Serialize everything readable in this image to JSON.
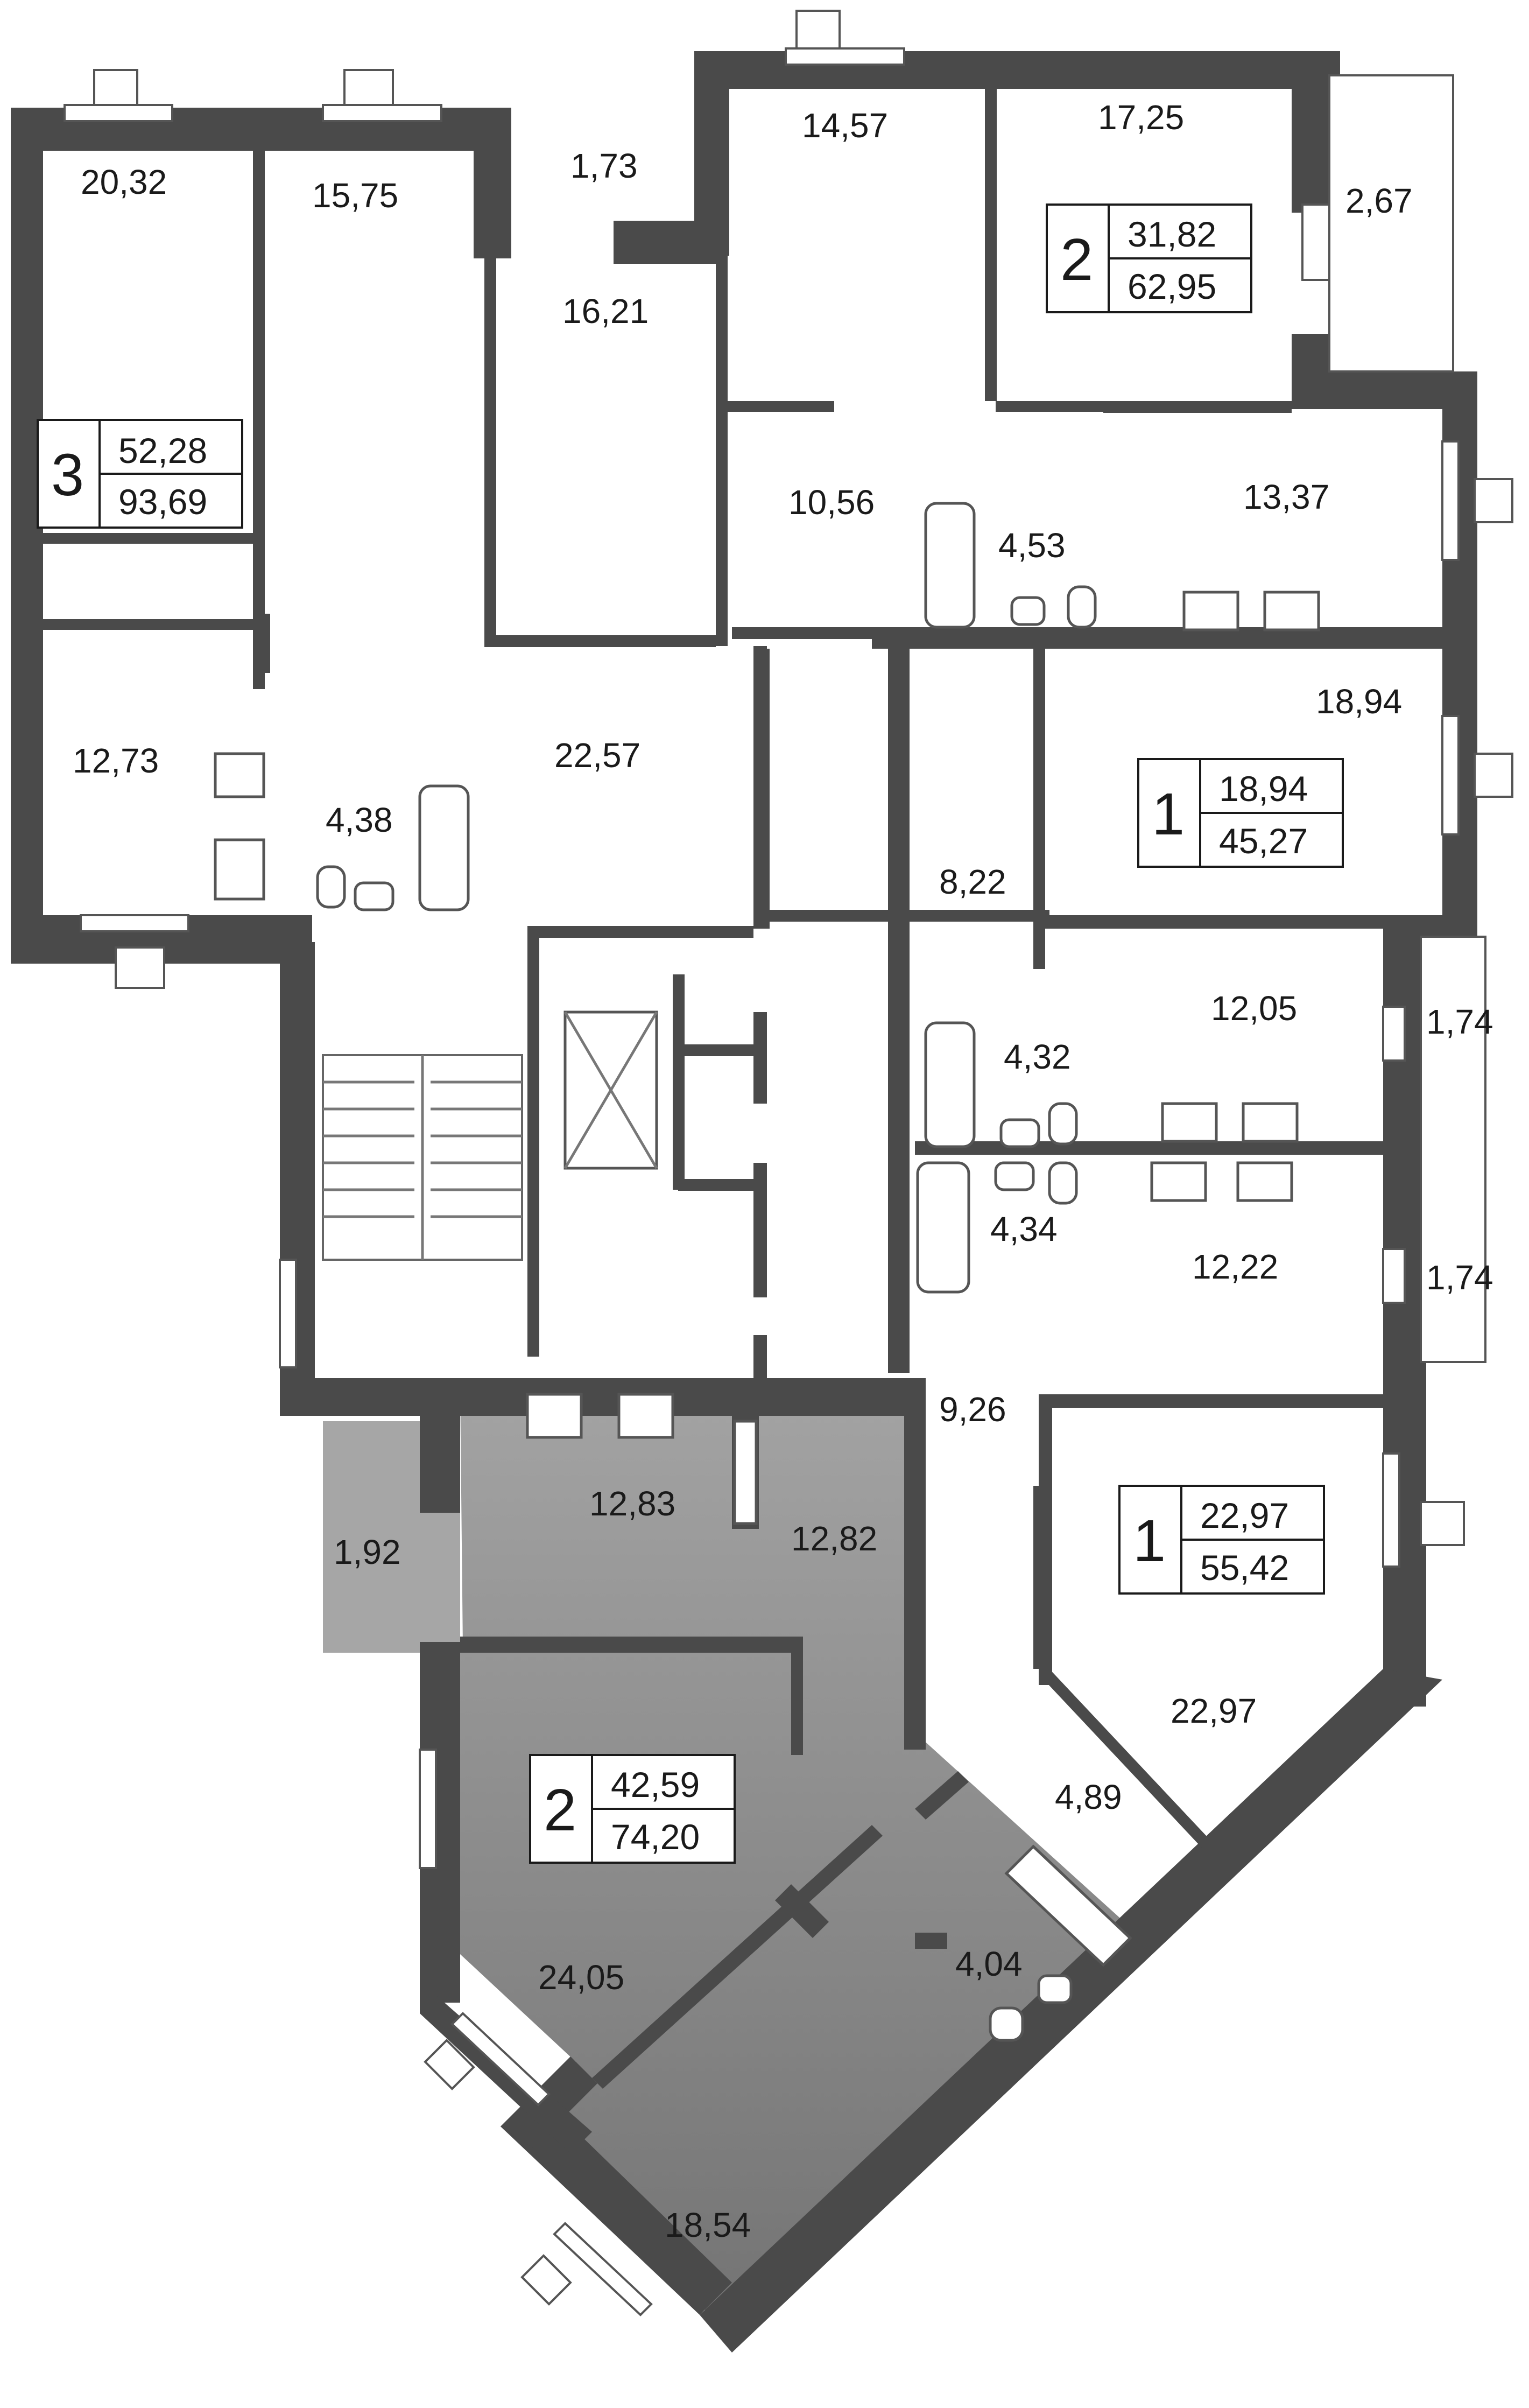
{
  "colors": {
    "wall": "#4a4a4a",
    "highlight_dark": "#7a7a7a",
    "highlight_light": "#a0a0a0",
    "background": "#ffffff"
  },
  "rooms": {
    "r20_32": "20,32",
    "r15_75": "15,75",
    "r1_73": "1,73",
    "r16_21": "16,21",
    "r14_57": "14,57",
    "r17_25": "17,25",
    "r2_67": "2,67",
    "r10_56": "10,56",
    "r4_53": "4,53",
    "r13_37": "13,37",
    "r12_73": "12,73",
    "r4_38": "4,38",
    "r22_57": "22,57",
    "r18_94": "18,94",
    "r8_22": "8,22",
    "r12_05": "12,05",
    "r4_32": "4,32",
    "r1_74a": "1,74",
    "r4_34": "4,34",
    "r12_22": "12,22",
    "r1_74b": "1,74",
    "r9_26": "9,26",
    "r12_83": "12,83",
    "r12_82": "12,82",
    "r1_92": "1,92",
    "r22_97": "22,97",
    "r4_89": "4,89",
    "r24_05": "24,05",
    "r4_04": "4,04",
    "r18_54": "18,54"
  },
  "apartments": {
    "a3": {
      "rooms": "3",
      "living": "52,28",
      "total": "93,69"
    },
    "a2_top": {
      "rooms": "2",
      "living": "31,82",
      "total": "62,95"
    },
    "a1_mid": {
      "rooms": "1",
      "living": "18,94",
      "total": "45,27"
    },
    "a1_low": {
      "rooms": "1",
      "living": "22,97",
      "total": "55,42"
    },
    "a2_sel": {
      "rooms": "2",
      "living": "42,59",
      "total": "74,20"
    }
  }
}
